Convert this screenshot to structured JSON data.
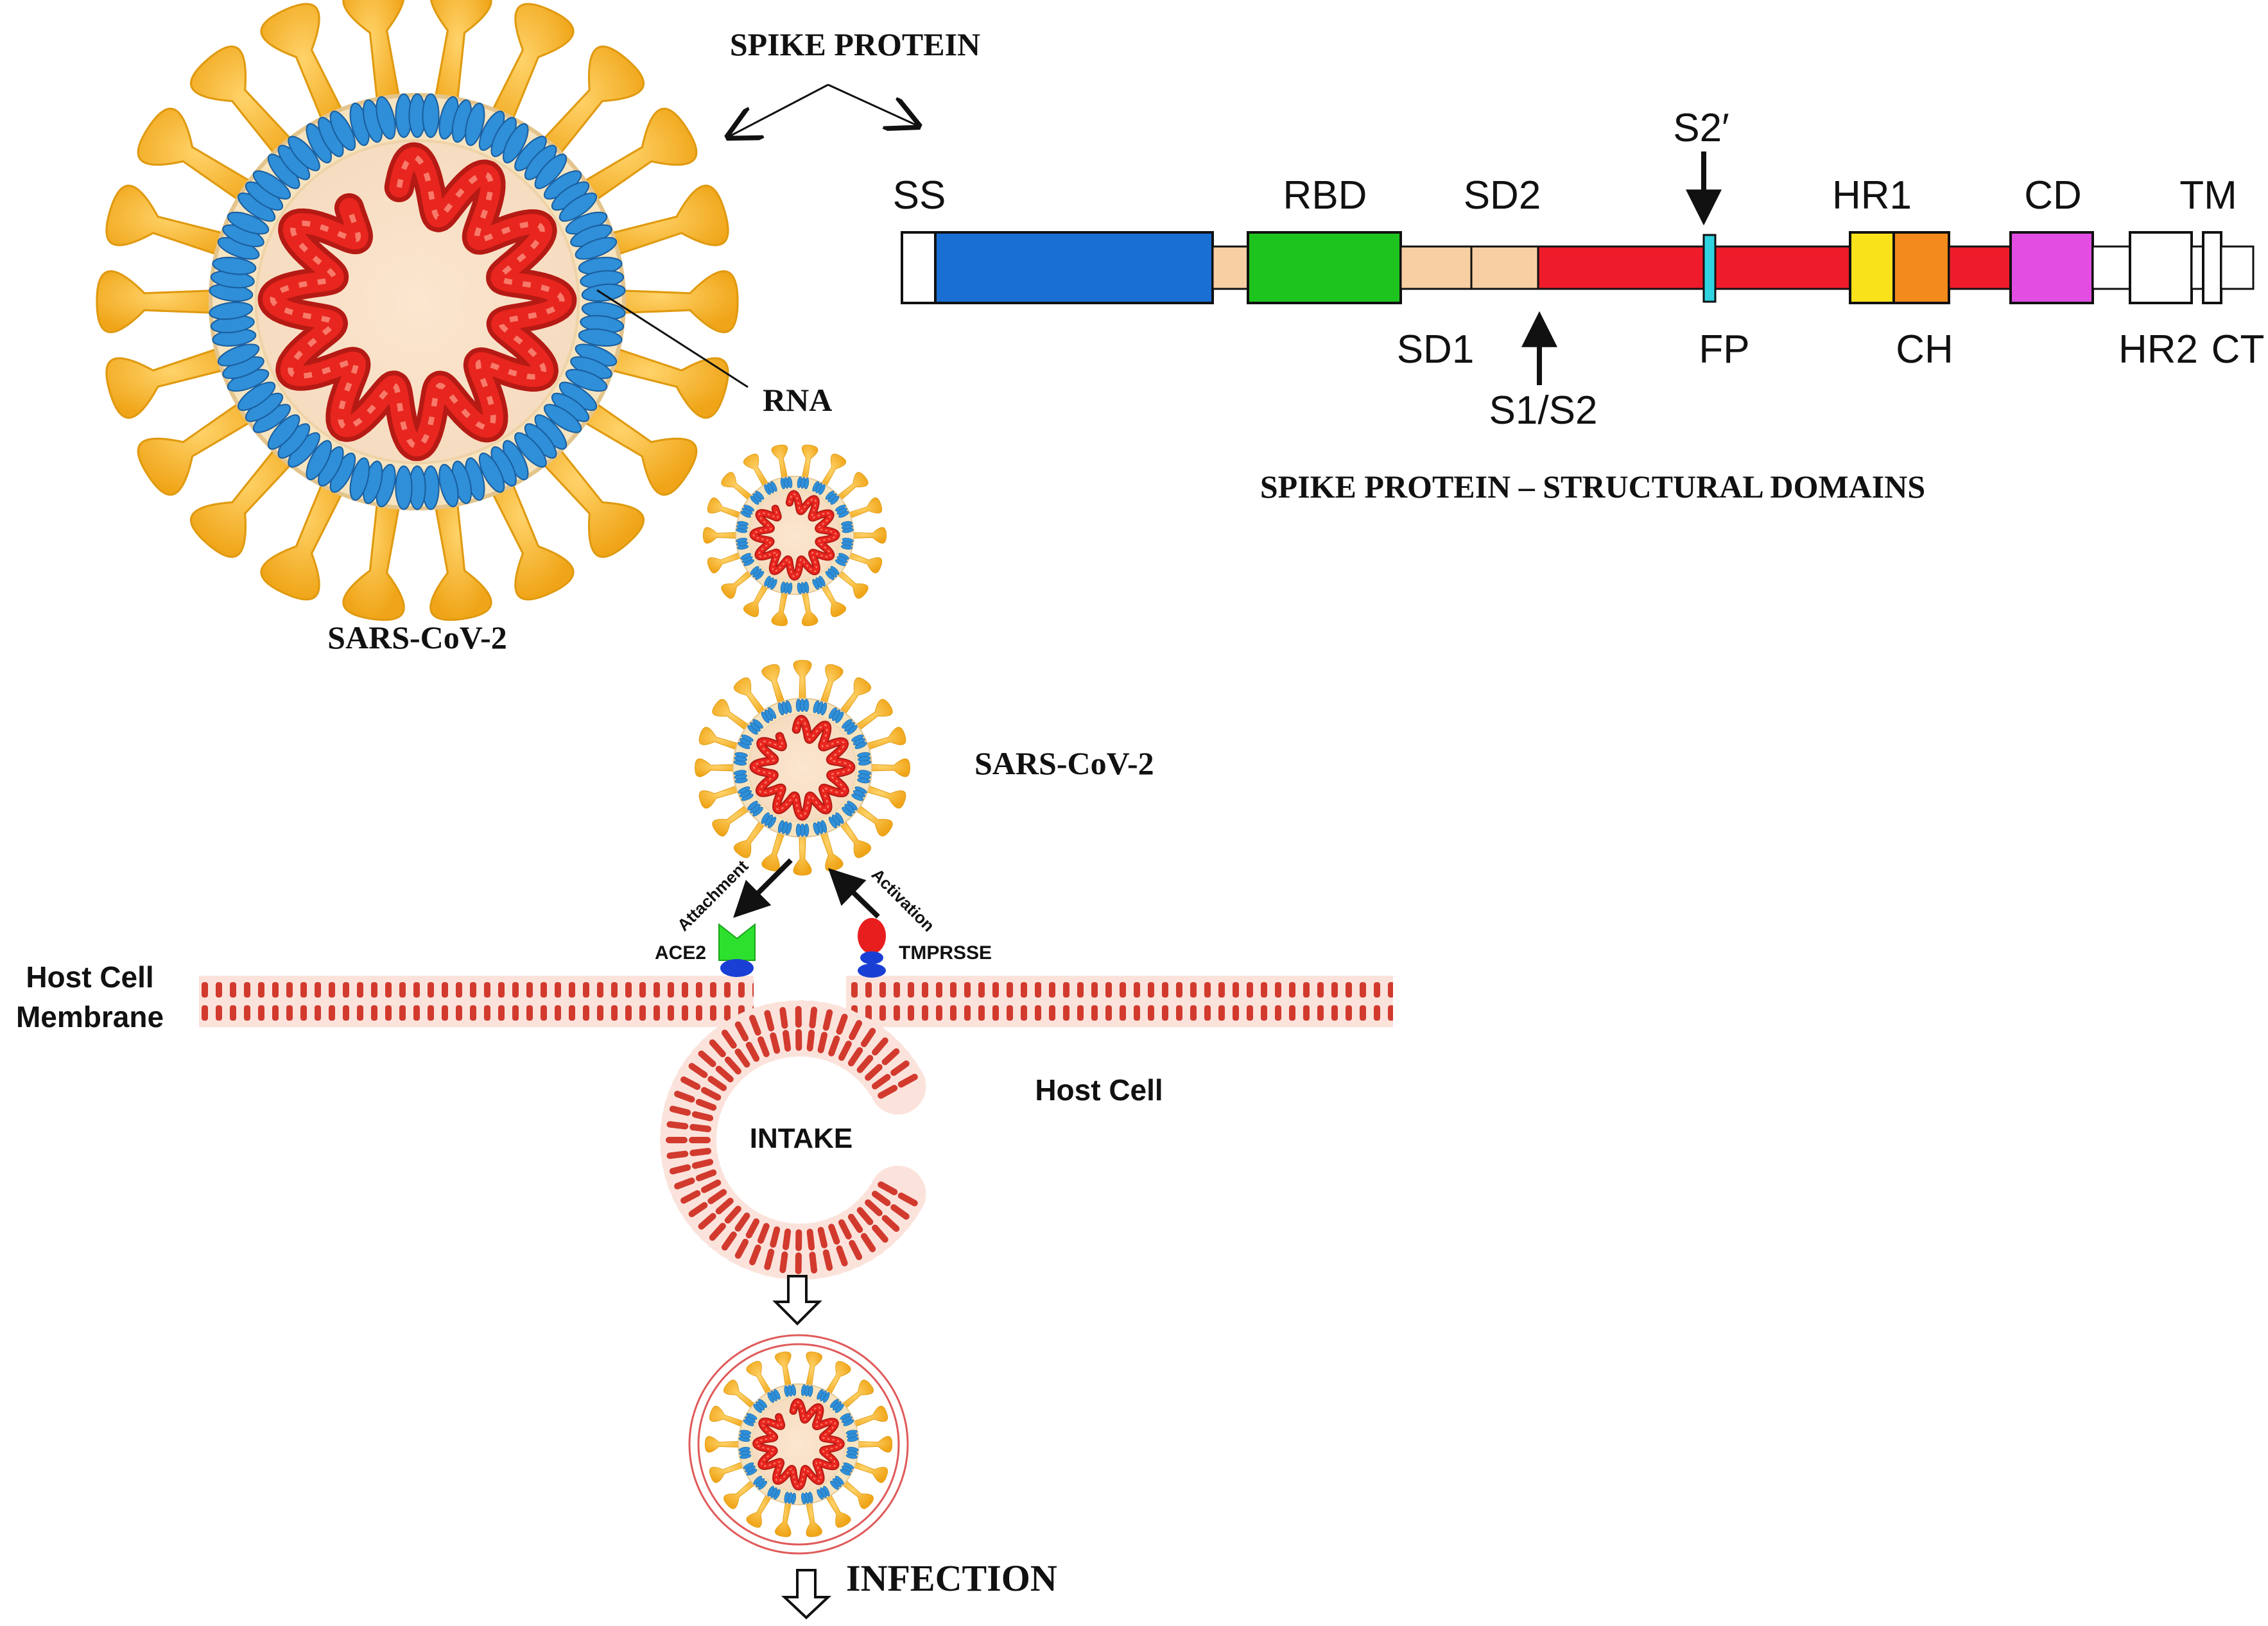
{
  "labels": {
    "spike_protein": "SPIKE PROTEIN",
    "rna": "RNA",
    "virus_top": "SARS-CoV-2",
    "virus_mid": "SARS-CoV-2",
    "domains_caption": "SPIKE PROTEIN – STRUCTURAL  DOMAINS",
    "attachment": "Attachment",
    "activation": "Activation",
    "ace2": "ACE2",
    "tmprsse": "TMPRSSE",
    "host_cell_membrane_1": "Host Cell",
    "host_cell_membrane_2": "Membrane",
    "host_cell": "Host Cell",
    "intake": "INTAKE",
    "infection": "INFECTION"
  },
  "domains": {
    "above": {
      "ss": "SS",
      "rbd": "RBD",
      "sd2": "SD2",
      "s2prime": "S2′",
      "hr1": "HR1",
      "cd": "CD",
      "tm": "TM"
    },
    "below": {
      "sd1": "SD1",
      "s1s2": "S1/S2",
      "fp": "FP",
      "ch": "CH",
      "hr2": "HR2",
      "ct": "CT"
    }
  },
  "colors": {
    "ntd": "#1a6fd4",
    "linker": "#f8cfa2",
    "rbd": "#1ec41e",
    "s2": "#ee1c2a",
    "fp": "#2fd4e0",
    "hr1": "#f9e21a",
    "ch": "#f28a1c",
    "cd": "#e24de2",
    "spike": "#f3b01e",
    "rna": "#e8251e",
    "envelope": "#f6e4c0",
    "protein_blue": "#2f8fd8",
    "membrane": "#d9382e"
  }
}
